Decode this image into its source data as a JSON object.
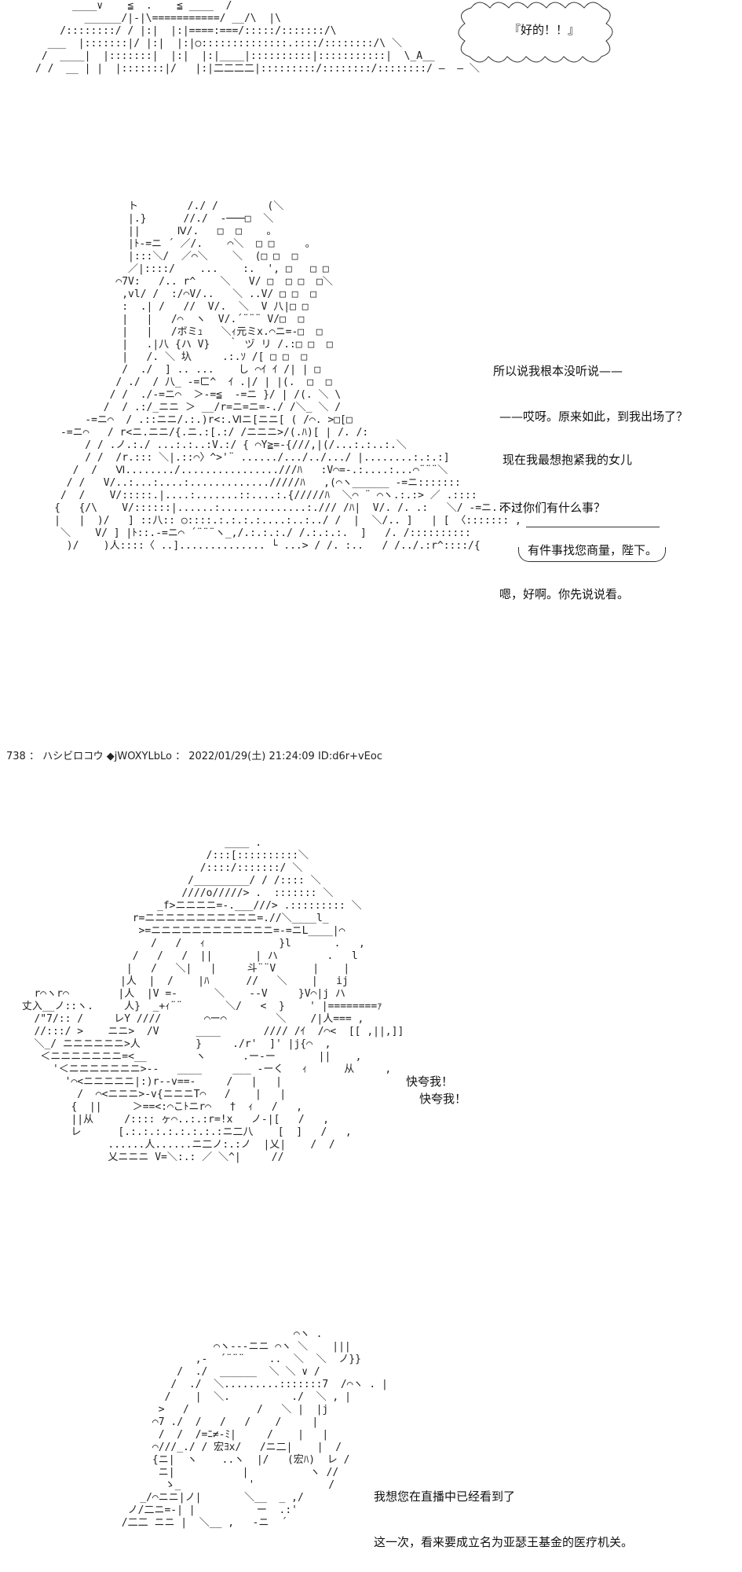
{
  "panel1": {
    "cloud_text": "『好的！！』"
  },
  "panel2": {
    "lines": [
      "所以说我根本没听说——",
      "——哎呀。原来如此，到我出场了？",
      "现在我最想抱紧我的女儿",
      "不过你们有什么事？",
      "有件事找您商量，陛下。",
      "嗯，好啊。你先说说看。"
    ]
  },
  "post": {
    "number": "738",
    "name": "ハシビロコウ",
    "trip": "◆jWOXYLbLo",
    "datetime": "2022/01/29(土) 21:24:09",
    "id": "ID:d6r+vEoc"
  },
  "panel3": {
    "shout1": "快夸我！",
    "shout2": "快夸我！"
  },
  "panel4": {
    "lines": [
      "我想您在直播中已经看到了",
      "这一次，看来要成立名为亚瑟王基金的医疗机关。"
    ]
  }
}
